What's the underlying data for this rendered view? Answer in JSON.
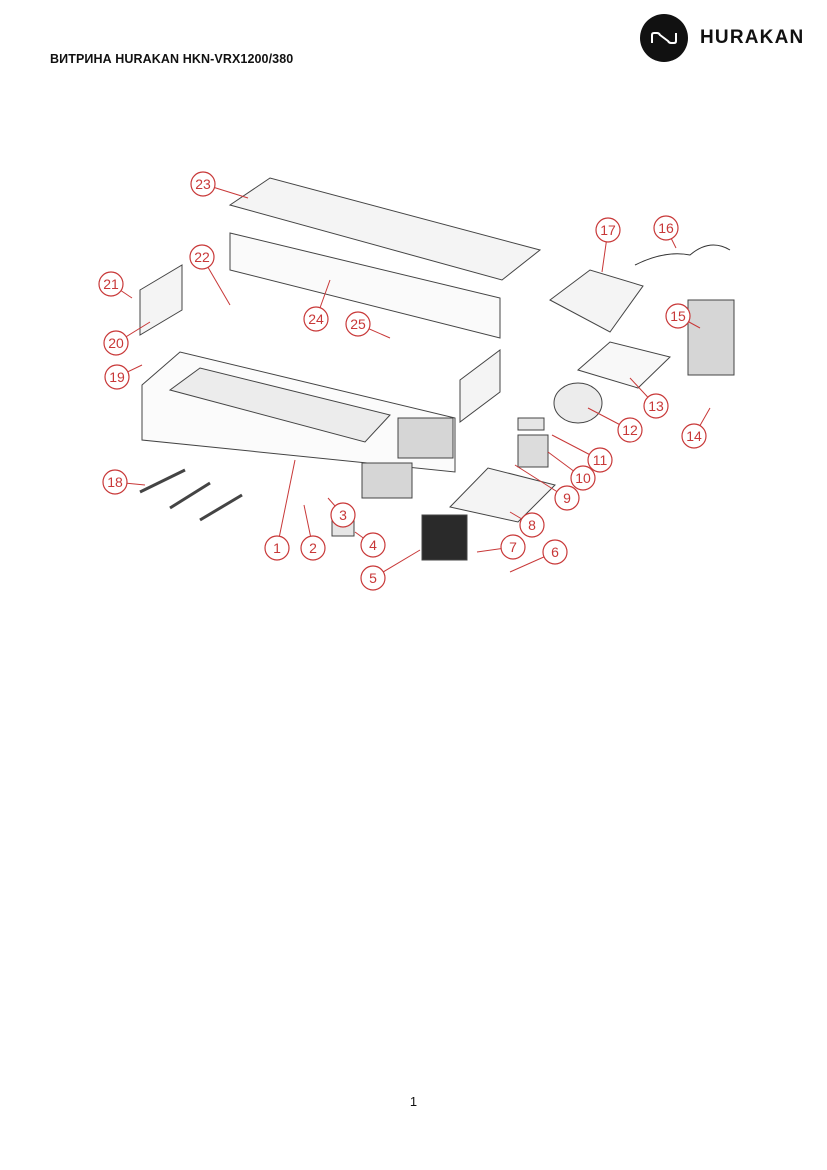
{
  "header": {
    "title": "ВИТРИНА HURAKAN HKN-VRX1200/380",
    "logo_text": "HURAKAN",
    "logo_icon": "hurakan-logo-icon"
  },
  "diagram": {
    "callout_color": "#c83838",
    "callouts": [
      {
        "id": "c1",
        "label": "1"
      },
      {
        "id": "c2",
        "label": "2"
      },
      {
        "id": "c3",
        "label": "3"
      },
      {
        "id": "c4",
        "label": "4"
      },
      {
        "id": "c5",
        "label": "5"
      },
      {
        "id": "c6",
        "label": "6"
      },
      {
        "id": "c7",
        "label": "7"
      },
      {
        "id": "c8",
        "label": "8"
      },
      {
        "id": "c9",
        "label": "9"
      },
      {
        "id": "c10",
        "label": "10"
      },
      {
        "id": "c11",
        "label": "11"
      },
      {
        "id": "c12",
        "label": "12"
      },
      {
        "id": "c13",
        "label": "13"
      },
      {
        "id": "c14",
        "label": "14"
      },
      {
        "id": "c15",
        "label": "15"
      },
      {
        "id": "c16",
        "label": "16"
      },
      {
        "id": "c17",
        "label": "17"
      },
      {
        "id": "c18",
        "label": "18"
      },
      {
        "id": "c19",
        "label": "19"
      },
      {
        "id": "c20",
        "label": "20"
      },
      {
        "id": "c21",
        "label": "21"
      },
      {
        "id": "c22",
        "label": "22"
      },
      {
        "id": "c23",
        "label": "23"
      },
      {
        "id": "c24",
        "label": "24"
      },
      {
        "id": "c25",
        "label": "25"
      }
    ]
  },
  "footer": {
    "page_number": "1"
  }
}
